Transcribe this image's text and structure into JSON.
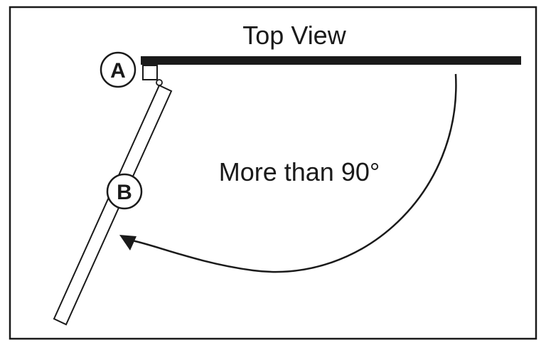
{
  "diagram": {
    "title": "Top View",
    "angle_label": "More than 90°",
    "callouts": {
      "a": "A",
      "b": "B"
    }
  }
}
